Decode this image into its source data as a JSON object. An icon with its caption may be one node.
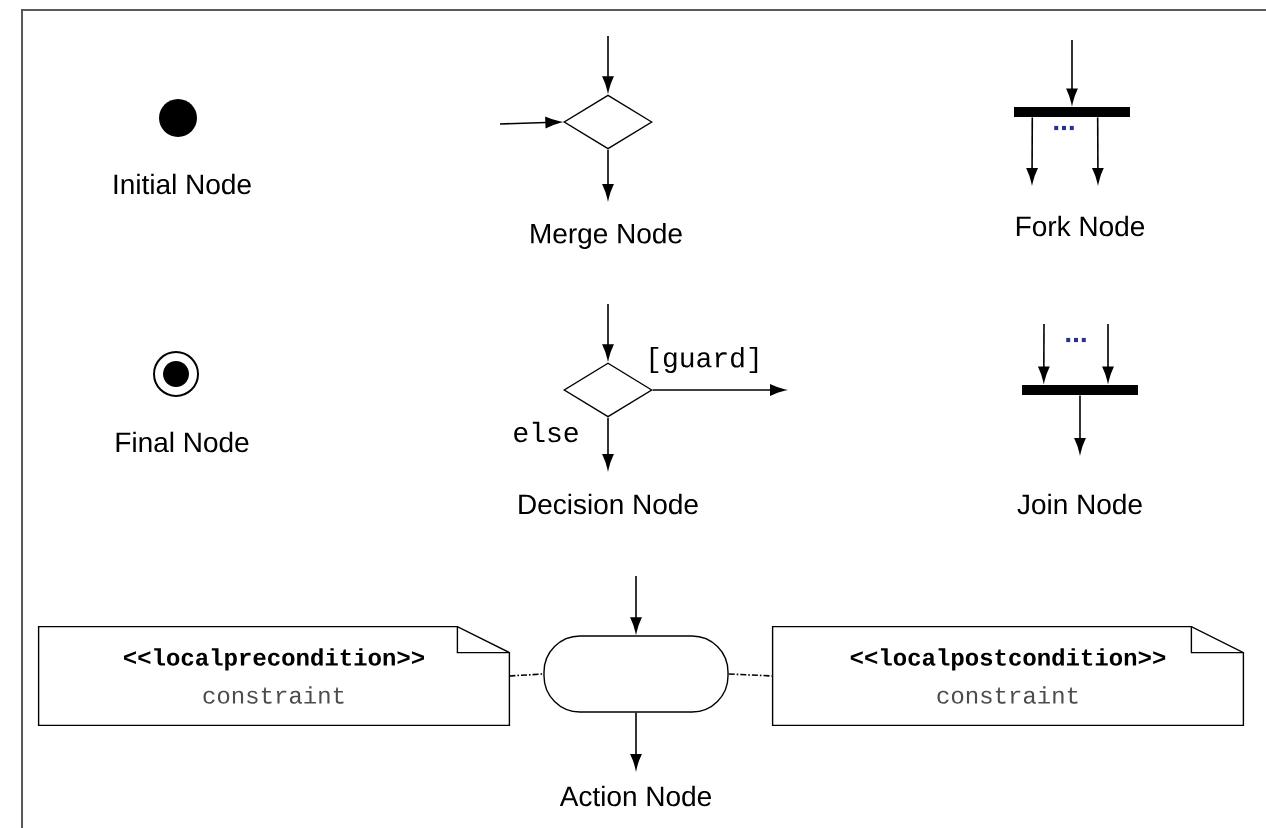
{
  "diagram": {
    "nodes": [
      {
        "text": [],
        "shape": "circle",
        "beside": [
          "Initial Node"
        ]
      },
      {
        "text": [],
        "shape": "diamond",
        "beside": [
          "Merge Node"
        ]
      },
      {
        "text": [],
        "shape": "bar",
        "beside": [
          "Fork Node"
        ]
      },
      {
        "text": [],
        "shape": "circle",
        "beside": [
          "Final Node"
        ]
      },
      {
        "text": [],
        "shape": "diamond",
        "beside": [
          "Decision Node"
        ]
      },
      {
        "text": [],
        "shape": "bar",
        "beside": [
          "Join Node"
        ]
      },
      {
        "text": [
          "<<localprecondition>>",
          "constraint"
        ]
      },
      {
        "text": [],
        "shape": "box",
        "beside": [
          "Action Node"
        ]
      },
      {
        "text": [
          "<<localpostcondition>>",
          "constraint"
        ]
      }
    ],
    "edges": [
      {
        "from": null,
        "to": 1,
        "arrow": "to"
      },
      {
        "from": null,
        "to": 1,
        "arrow": "to"
      },
      {
        "from": 1,
        "to": null,
        "arrow": "to"
      },
      {
        "from": null,
        "to": 2,
        "arrow": "to"
      },
      {
        "from": 2,
        "to": null,
        "arrow": "to"
      },
      {
        "from": 2,
        "to": null,
        "arrow": "to"
      },
      {
        "from": null,
        "to": 4,
        "arrow": "to"
      },
      {
        "from": 4,
        "to": null,
        "arrow": "to",
        "label": "[guard]"
      },
      {
        "from": 4,
        "to": null,
        "arrow": "to",
        "label": "else"
      },
      {
        "from": null,
        "to": 5,
        "arrow": "to"
      },
      {
        "from": null,
        "to": 5,
        "arrow": "to"
      },
      {
        "from": 5,
        "to": null,
        "arrow": "to"
      },
      {
        "from": null,
        "to": 7,
        "arrow": "to"
      },
      {
        "from": 7,
        "to": null,
        "arrow": "to"
      },
      {
        "from": 6,
        "to": 7,
        "arrow": "none",
        "style": "dashed"
      },
      {
        "from": 7,
        "to": 8,
        "arrow": "none",
        "style": "dashed"
      }
    ],
    "labels": [
      "...",
      "..."
    ]
  }
}
